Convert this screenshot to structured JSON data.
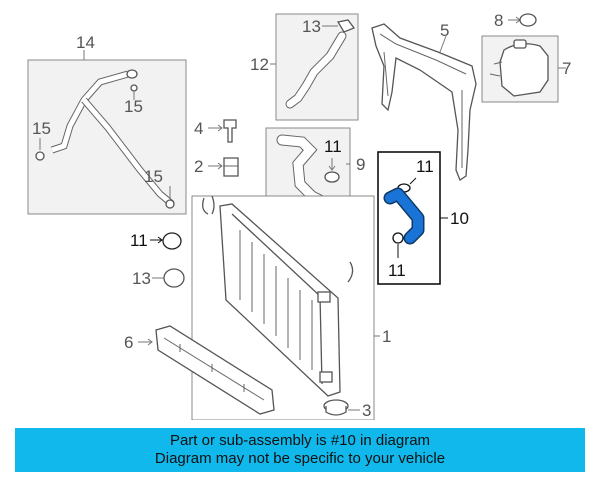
{
  "labels": {
    "c1": "1",
    "c2": "2",
    "c3": "3",
    "c4": "4",
    "c5": "5",
    "c6": "6",
    "c7": "7",
    "c8": "8",
    "c9": "9",
    "c10": "10",
    "c11_a": "11",
    "c11_b": "11",
    "c11_c": "11",
    "c11_d": "11",
    "c12": "12",
    "c13_a": "13",
    "c13_b": "13",
    "c14": "14",
    "c15_a": "15",
    "c15_b": "15",
    "c15_c": "15"
  },
  "highlight_color": "#1a73d6",
  "banner": {
    "line1": "Part or sub-assembly is #10 in diagram",
    "line2": "Diagram may not be specific to your vehicle",
    "bg_color": "#10b8ec"
  }
}
